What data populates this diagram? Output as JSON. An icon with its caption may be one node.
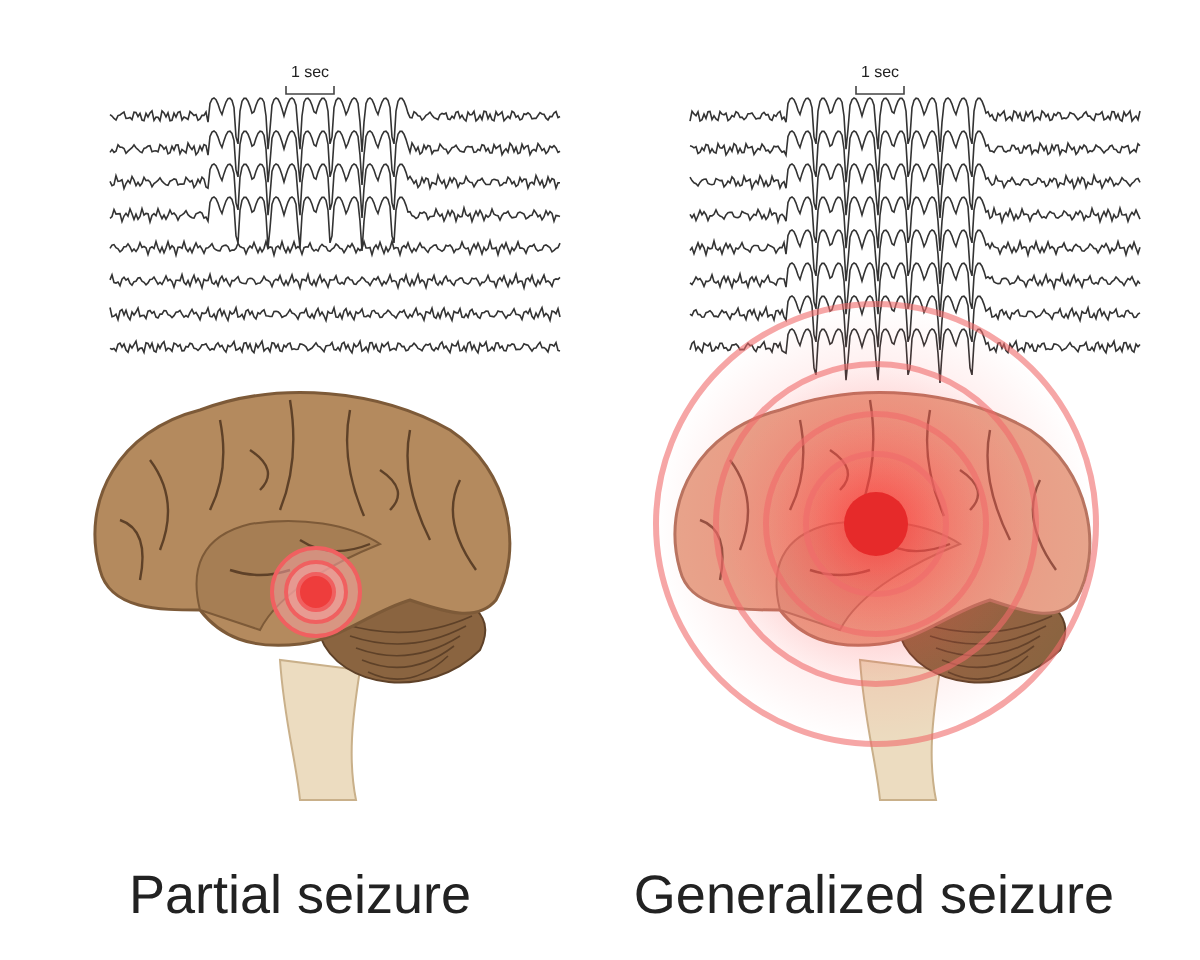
{
  "diagram": {
    "labels": [
      "1 sec",
      "1 sec",
      "Partial seizure",
      "Generalized seizure"
    ]
  }
}
